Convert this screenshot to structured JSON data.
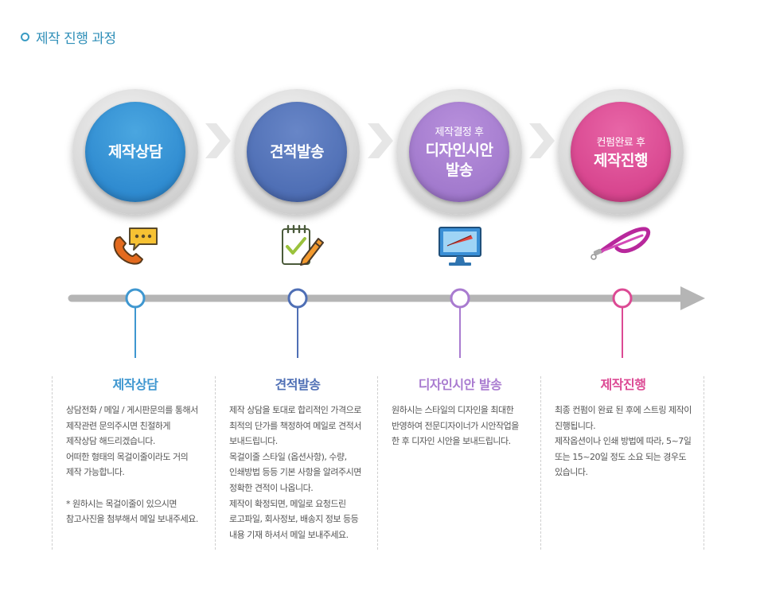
{
  "heading": "제작 진행 과정",
  "steps": [
    {
      "circle_sub": "",
      "circle_lines": [
        "제작상담"
      ],
      "title": "제작상담",
      "desc": [
        "상담전화 / 메일 / 게시판문의를 통해서",
        "제작관련 문의주시면 친절하게",
        "제작상담 해드리겠습니다.",
        "어떠한 형태의 목걸이줄이라도 거의",
        "제작 가능합니다.",
        "",
        "* 원하시는 목걸이줄이 있으시면",
        "참고사진을 첨부해서 메일 보내주세요."
      ],
      "color": "#3f97d0",
      "icon": "phone-chat-icon"
    },
    {
      "circle_sub": "",
      "circle_lines": [
        "견적발송"
      ],
      "title": "견적발송",
      "desc": [
        "제작 상담을 토대로 합리적인 가격으로",
        "최적의 단가를 책정하여 메일로 견적서",
        "보내드립니다.",
        "목걸이줄 스타일 (옵션사항), 수량,",
        "인쇄방법 등등 기본 사항을 알려주시면",
        "정확한 견적이 나옵니다.",
        "제작이 확정되면, 메일로 요청드린",
        "로고파일, 회사정보, 배송지 정보 등등",
        "내용 기재 하셔서 메일 보내주세요."
      ],
      "color": "#4f6fb5",
      "icon": "notepad-pencil-icon"
    },
    {
      "circle_sub": "제작결정 후",
      "circle_lines": [
        "디자인시안",
        "발송"
      ],
      "title": "디자인시안 발송",
      "desc": [
        "원하시는 스타일의 디자인을 최대한",
        "반영하여 전문디자이너가 시안작업을",
        "한 후 디자인 시안을 보내드립니다."
      ],
      "color": "#a97bd0",
      "icon": "monitor-design-icon"
    },
    {
      "circle_sub": "컨펌완료 후",
      "circle_lines": [
        "제작진행"
      ],
      "title": "제작진행",
      "desc": [
        "최종 컨펌이 완료 된 후에 스트링 제작이",
        "진행됩니다.",
        "제작옵션이나 인쇄 방법에 따라, 5~7일",
        "또는 15~20일 정도 소요 되는 경우도",
        "있습니다."
      ],
      "color": "#dc4a94",
      "icon": "lanyard-icon"
    }
  ]
}
